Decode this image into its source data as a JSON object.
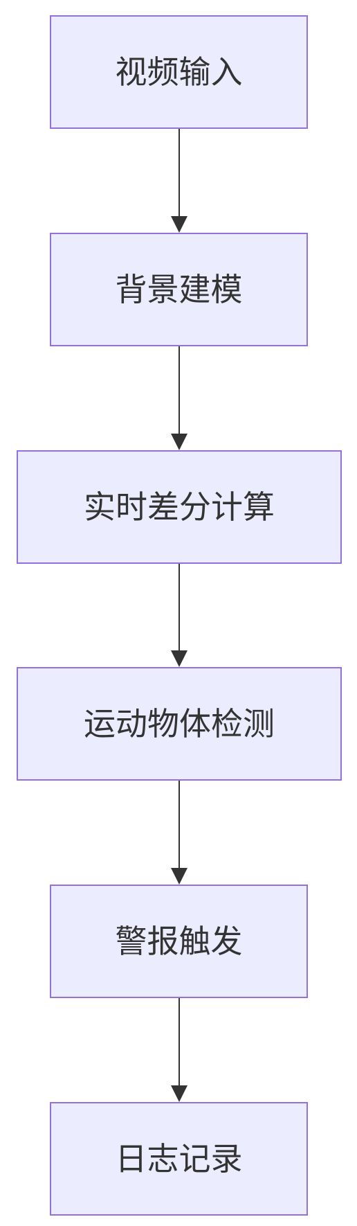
{
  "diagram": {
    "colors": {
      "node_fill": "#ECECFF",
      "node_border": "#9370DB",
      "text": "#333333",
      "edge": "#333333"
    },
    "nodes": [
      {
        "label": "视频输入"
      },
      {
        "label": "背景建模"
      },
      {
        "label": "实时差分计算"
      },
      {
        "label": "运动物体检测"
      },
      {
        "label": "警报触发"
      },
      {
        "label": "日志记录"
      }
    ],
    "edges": [
      {
        "from": 0,
        "to": 1
      },
      {
        "from": 1,
        "to": 2
      },
      {
        "from": 2,
        "to": 3
      },
      {
        "from": 3,
        "to": 4
      },
      {
        "from": 4,
        "to": 5
      }
    ]
  }
}
